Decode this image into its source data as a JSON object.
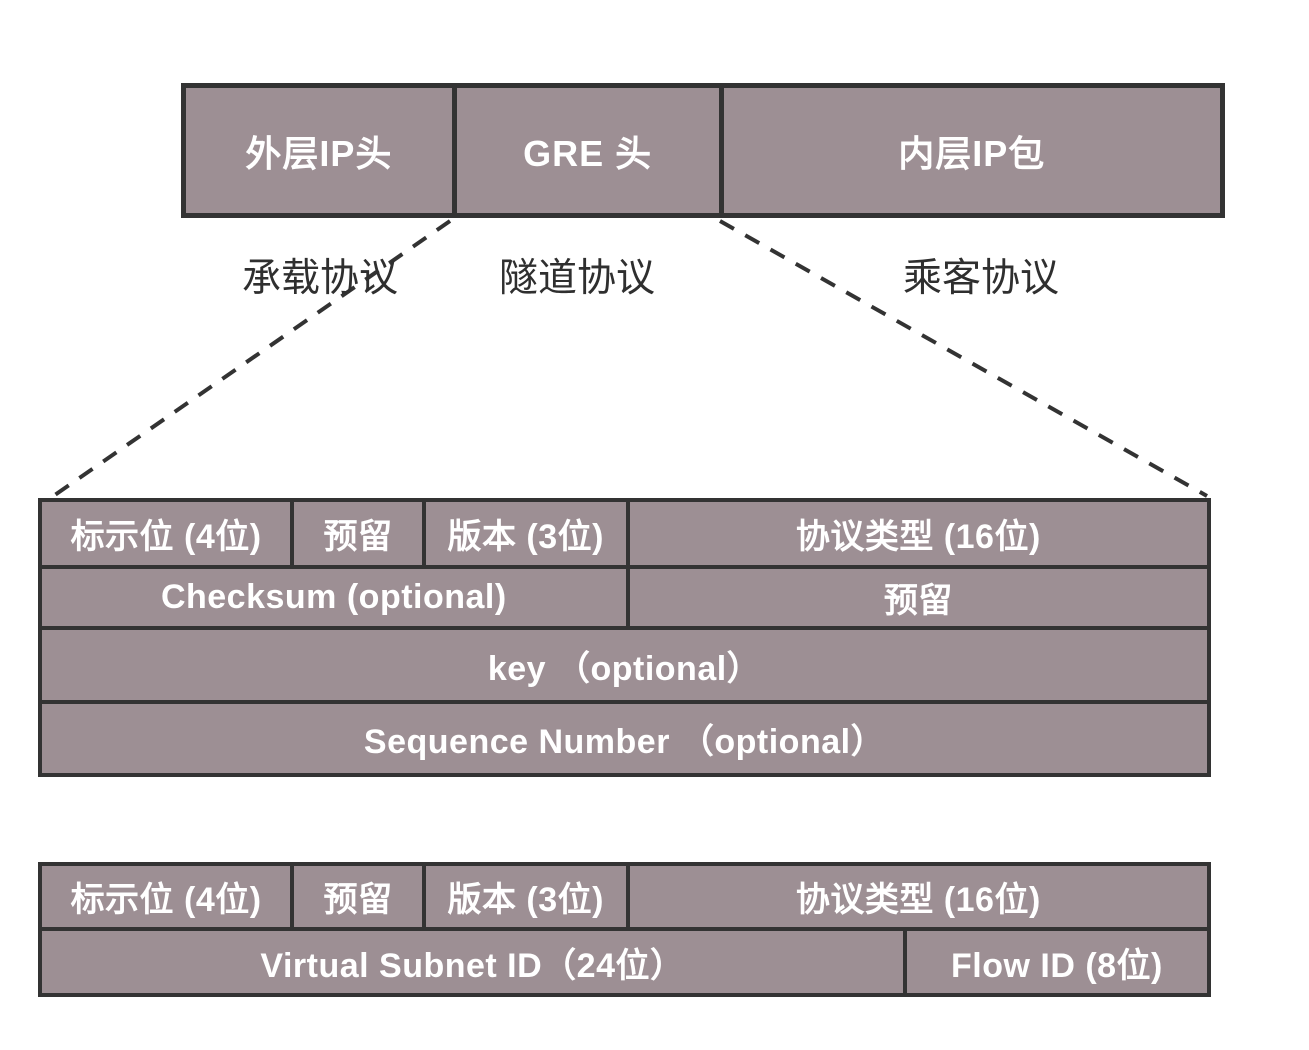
{
  "colors": {
    "cell_fill": "#9d8f94",
    "border": "#333333",
    "cell_text": "#ffffff",
    "label_text": "#2f2f2f",
    "background": "#ffffff"
  },
  "packet_row": {
    "cells": [
      {
        "label": "外层IP头"
      },
      {
        "label": "GRE 头"
      },
      {
        "label": "内层IP包"
      }
    ]
  },
  "protocol_labels": [
    {
      "text": "承载协议"
    },
    {
      "text": "隧道协议"
    },
    {
      "text": "乘客协议"
    }
  ],
  "gre_header_table": {
    "rows": [
      {
        "cells": [
          {
            "text": "标示位 (4位)"
          },
          {
            "text": "预留"
          },
          {
            "text": "版本 (3位)"
          },
          {
            "text": "协议类型 (16位)"
          }
        ]
      },
      {
        "cells": [
          {
            "text": "Checksum (optional)"
          },
          {
            "text": "预留"
          }
        ]
      },
      {
        "cells": [
          {
            "text": "key （optional）"
          }
        ]
      },
      {
        "cells": [
          {
            "text": "Sequence Number （optional）"
          }
        ]
      }
    ]
  },
  "nvgre_header_table": {
    "rows": [
      {
        "cells": [
          {
            "text": "标示位 (4位)"
          },
          {
            "text": "预留"
          },
          {
            "text": "版本 (3位)"
          },
          {
            "text": "协议类型 (16位)"
          }
        ]
      },
      {
        "cells": [
          {
            "text": "Virtual Subnet ID（24位）"
          },
          {
            "text": "Flow ID (8位)"
          }
        ]
      }
    ]
  }
}
